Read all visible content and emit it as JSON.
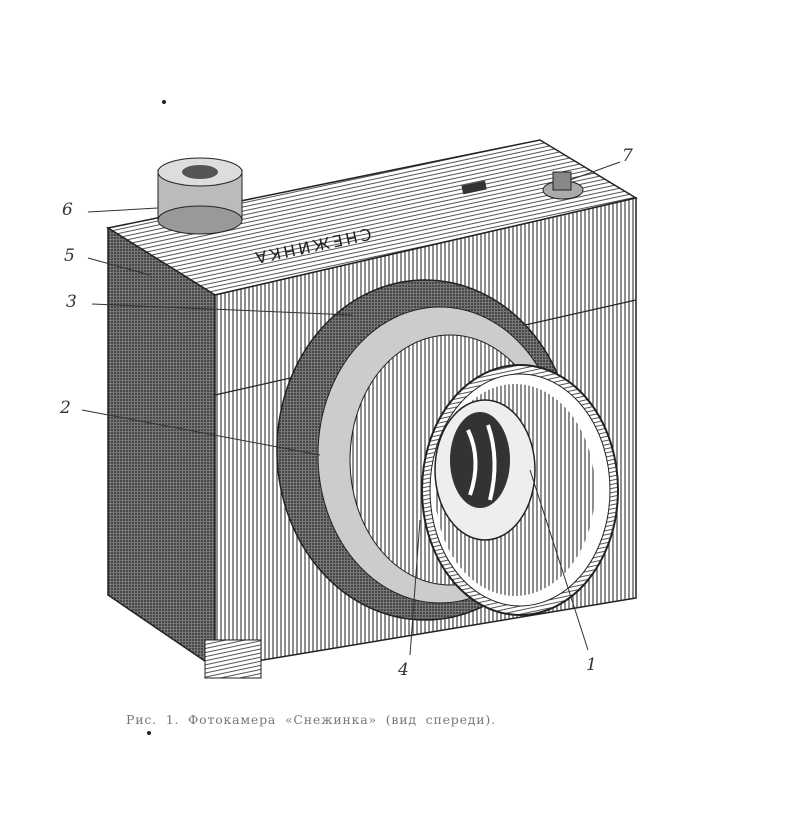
{
  "figure": {
    "brand_text": "СНЕЖИНКА",
    "callouts": [
      "1",
      "2",
      "3",
      "4",
      "5",
      "6",
      "7"
    ]
  },
  "caption": "Рис. 1. Фотокамера «Снежинка» (вид спереди)."
}
